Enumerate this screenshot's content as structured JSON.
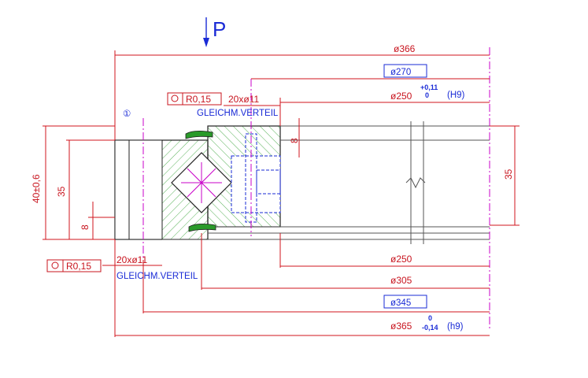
{
  "load_symbol": "P",
  "diameters": {
    "d366": "ø366",
    "d270": "ø270",
    "d250_top": "ø250",
    "tol_upper": "+0,11",
    "tol_lower": "0",
    "fit_h9_upper": "(H9)",
    "d250_bottom": "ø250",
    "d305": "ø305",
    "d345": "ø345",
    "d365": "ø365",
    "tol365_upper": "0",
    "tol365_lower": "-0,14",
    "fit_h9_lower": "(h9)"
  },
  "holes": {
    "top_pattern": "20xø11",
    "top_distribution": "GLEICHM.VERTEIL",
    "top_position_tol": "R0,15",
    "bottom_pattern": "20xø11",
    "bottom_distribution": "GLEICHM.VERTEIL",
    "bottom_position_tol": "R0,15"
  },
  "heights": {
    "overall": "40±0,6",
    "left_35": "35",
    "left_8": "8",
    "right_8": "8",
    "right_35": "35"
  },
  "marker": "①",
  "colors": {
    "dimension": "#c8141e",
    "annotation": "#1a2bd6",
    "hatch": "#2e9e2e",
    "seal": "#2a9a2a",
    "centerline": "#c800c8"
  }
}
